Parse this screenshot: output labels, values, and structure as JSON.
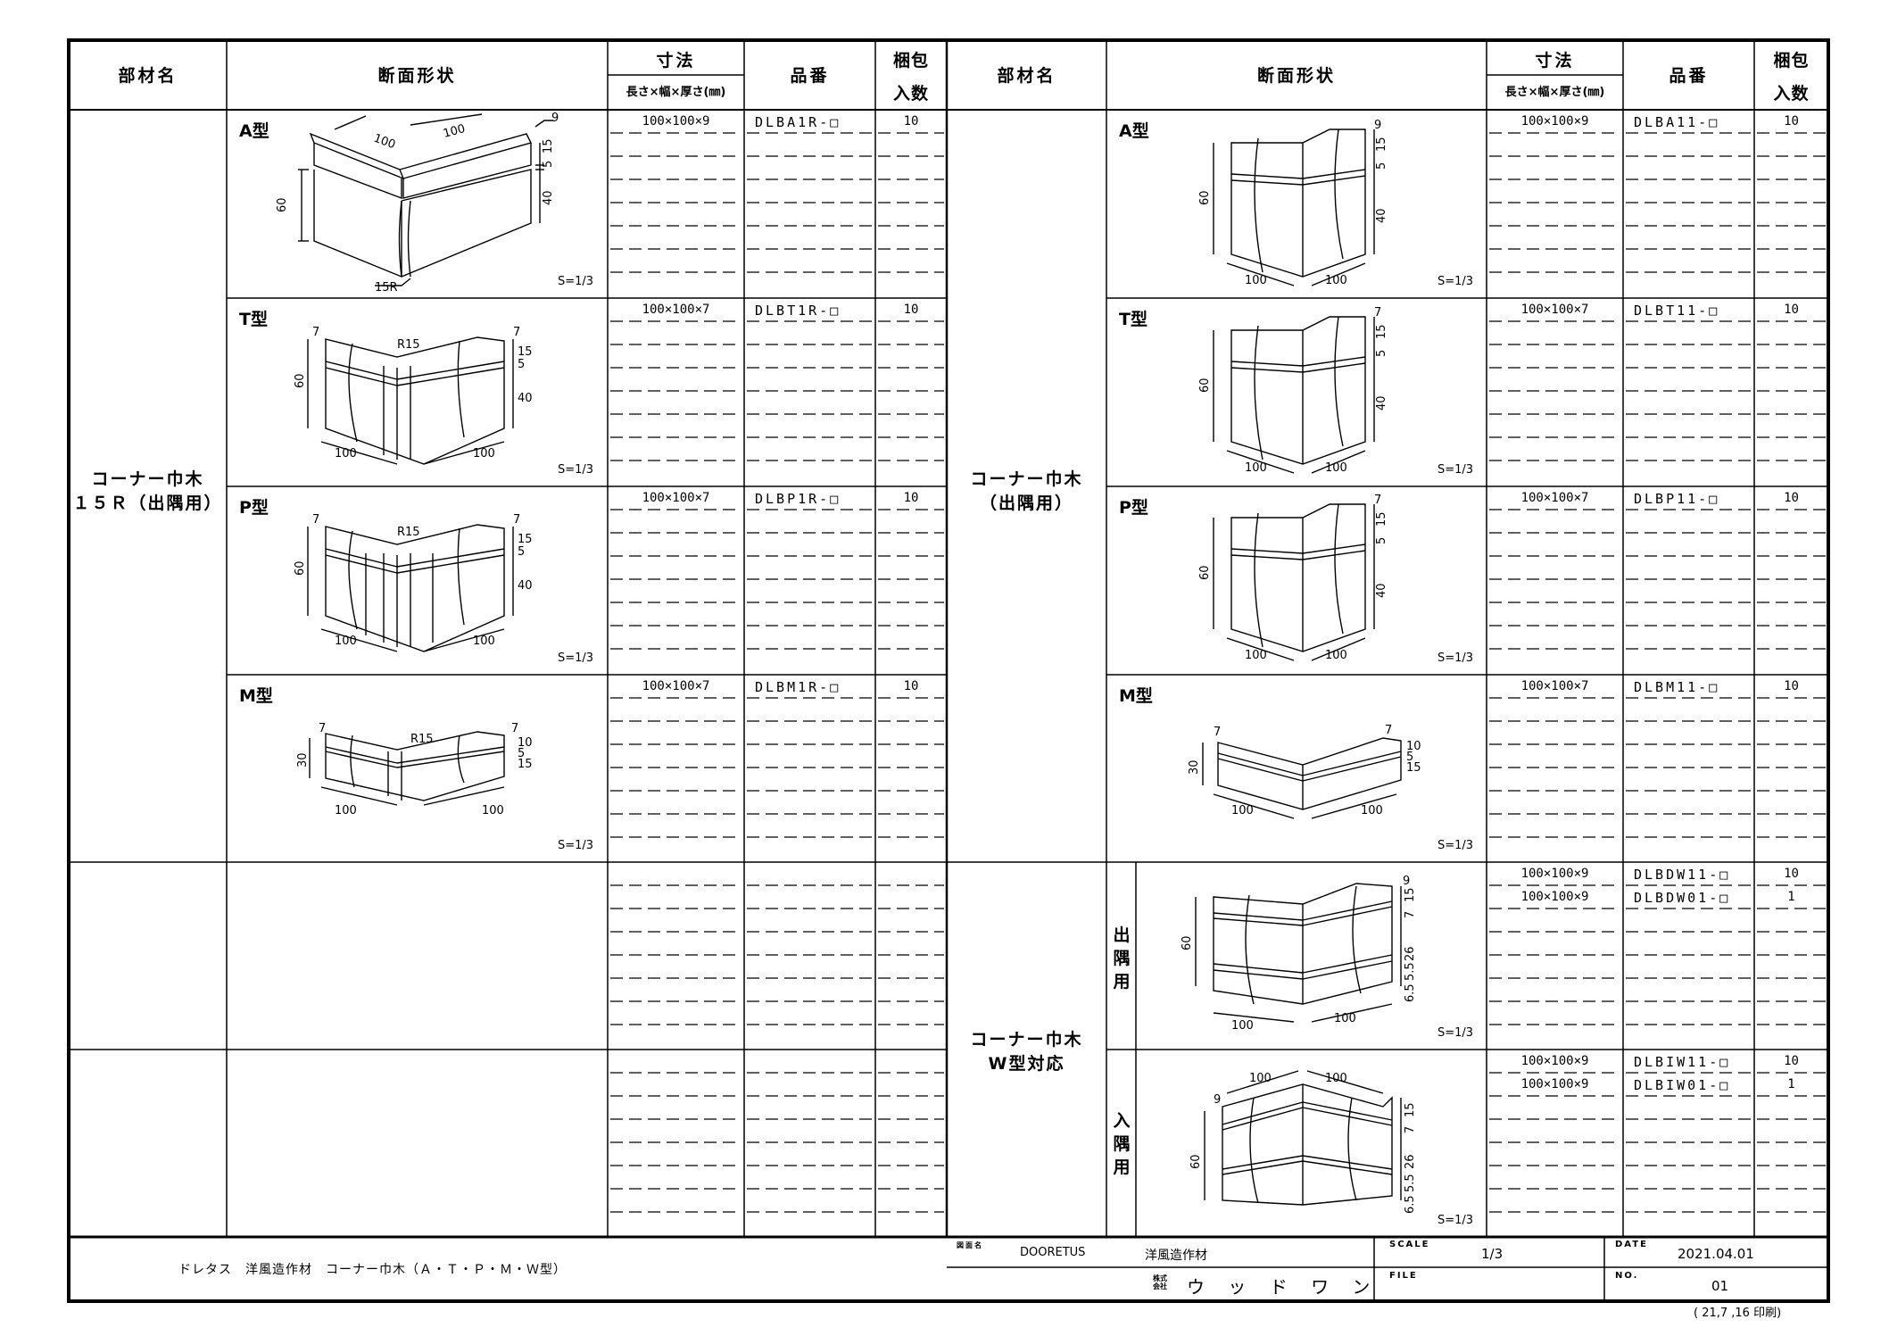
{
  "headers": {
    "member_name": "部材名",
    "section_shape": "断面形状",
    "dimensions": "寸法",
    "dimensions_sub": "長さ×幅×厚さ(㎜)",
    "part_number": "品番",
    "pack_line1": "梱包",
    "pack_line2": "入数"
  },
  "left_group": {
    "name_line1": "コーナー巾木",
    "name_line2": "１５Ｒ（出隅用）",
    "rows": [
      {
        "type": "A型",
        "scale": "S=1/3",
        "dims": "100×100×9",
        "part": "DLBA1R-□",
        "qty": "10",
        "labels": [
          "100",
          "100",
          "9",
          "60",
          "5",
          "15",
          "40",
          "15R"
        ]
      },
      {
        "type": "T型",
        "scale": "S=1/3",
        "dims": "100×100×7",
        "part": "DLBT1R-□",
        "qty": "10",
        "labels": [
          "7",
          "R15",
          "7",
          "15",
          "5",
          "60",
          "40",
          "100",
          "100"
        ]
      },
      {
        "type": "P型",
        "scale": "S=1/3",
        "dims": "100×100×7",
        "part": "DLBP1R-□",
        "qty": "10",
        "labels": [
          "7",
          "R15",
          "7",
          "15",
          "5",
          "60",
          "40",
          "100",
          "100"
        ]
      },
      {
        "type": "M型",
        "scale": "S=1/3",
        "dims": "100×100×7",
        "part": "DLBM1R-□",
        "qty": "10",
        "labels": [
          "7",
          "R15",
          "7",
          "10",
          "5",
          "15",
          "30",
          "100",
          "100"
        ]
      }
    ]
  },
  "right_group1": {
    "name_line1": "コーナー巾木",
    "name_line2": "（出隅用）",
    "rows": [
      {
        "type": "A型",
        "scale": "S=1/3",
        "dims": "100×100×9",
        "part": "DLBA11-□",
        "qty": "10",
        "labels": [
          "9",
          "5",
          "15",
          "60",
          "40",
          "100",
          "100"
        ]
      },
      {
        "type": "T型",
        "scale": "S=1/3",
        "dims": "100×100×7",
        "part": "DLBT11-□",
        "qty": "10",
        "labels": [
          "7",
          "5",
          "15",
          "60",
          "40",
          "100",
          "100"
        ]
      },
      {
        "type": "P型",
        "scale": "S=1/3",
        "dims": "100×100×7",
        "part": "DLBP11-□",
        "qty": "10",
        "labels": [
          "7",
          "5",
          "15",
          "60",
          "40",
          "100",
          "100"
        ]
      },
      {
        "type": "M型",
        "scale": "S=1/3",
        "dims": "100×100×7",
        "part": "DLBM11-□",
        "qty": "10",
        "labels": [
          "7",
          "7",
          "10",
          "5",
          "15",
          "30",
          "100",
          "100"
        ]
      }
    ]
  },
  "right_group2": {
    "name_line1": "コーナー巾木",
    "name_line2": "W型対応",
    "rows": [
      {
        "sub": "出隅用",
        "scale": "S=1/3",
        "items": [
          {
            "dims": "100×100×9",
            "part": "DLBDW11-□",
            "qty": "10"
          },
          {
            "dims": "100×100×9",
            "part": "DLBDW01-□",
            "qty": "1"
          }
        ],
        "labels": [
          "9",
          "60",
          "7",
          "15",
          "26",
          "6.5",
          "5.5",
          "100",
          "100"
        ]
      },
      {
        "sub": "入隅用",
        "scale": "S=1/3",
        "items": [
          {
            "dims": "100×100×9",
            "part": "DLBIW11-□",
            "qty": "10"
          },
          {
            "dims": "100×100×9",
            "part": "DLBIW01-□",
            "qty": "1"
          }
        ],
        "labels": [
          "100",
          "100",
          "9",
          "60",
          "7",
          "15",
          "26",
          "6.5",
          "5.5"
        ]
      }
    ]
  },
  "footer": {
    "caption": "ドレタス　洋風造作材　コーナー巾木（Ａ・Ｔ・Ｐ・Ｍ・Ｗ型）",
    "drawing_name_label": "図面名",
    "brand": "DOORETUS",
    "product": "洋風造作材",
    "scale_label": "SCALE",
    "scale_value": "1/3",
    "date_label": "DATE",
    "date_value": "2021.04.01",
    "company_prefix": "株式会社",
    "company": "ウ ッ ド ワ ン",
    "file_label": "FILE",
    "no_label": "NO.",
    "no_value": "01",
    "print_note": "( 21,7 ,16 印刷)"
  }
}
